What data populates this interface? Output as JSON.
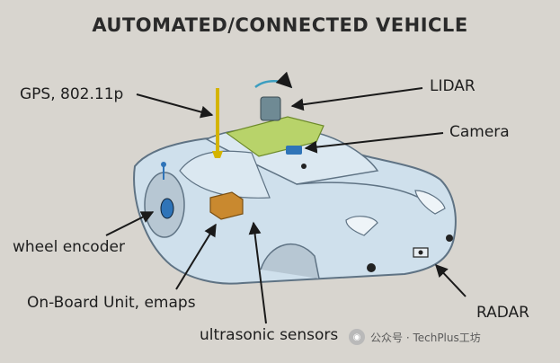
{
  "title": "AUTOMATED/CONNECTED VEHICLE",
  "labels": {
    "gps": "GPS, 802.11p",
    "lidar": "LIDAR",
    "camera": "Camera",
    "wheel_encoder": "wheel encoder",
    "obu": "On-Board Unit, emaps",
    "ultrasonic": "ultrasonic sensors",
    "radar": "RADAR"
  },
  "watermark": {
    "text": "公众号 · TechPlus工坊",
    "icon": "wechat-icon"
  },
  "colors": {
    "background": "#d8d5cf",
    "car_body": "#cfe0ec",
    "car_outline": "#5f7384",
    "lidar_rack": "#b8d36a",
    "antenna": "#d4b400",
    "onboard_unit": "#c9892f",
    "camera": "#2f74b8",
    "arrows": "#1a1a1a"
  }
}
